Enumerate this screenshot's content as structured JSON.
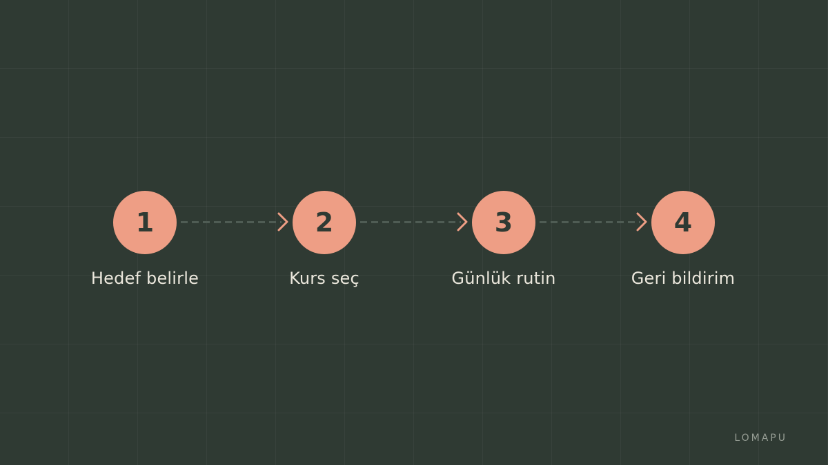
{
  "colors": {
    "background": "#2f3a33",
    "accent": "#ee9e85",
    "text": "#ebe7dc",
    "connector": "#4f5c54",
    "brand": "#b9bfb5"
  },
  "steps": [
    {
      "number": "1",
      "label": "Hedef belirle"
    },
    {
      "number": "2",
      "label": "Kurs seç"
    },
    {
      "number": "3",
      "label": "Günlük rutin"
    },
    {
      "number": "4",
      "label": "Geri bildirim"
    }
  ],
  "brand": "LOMAPU"
}
